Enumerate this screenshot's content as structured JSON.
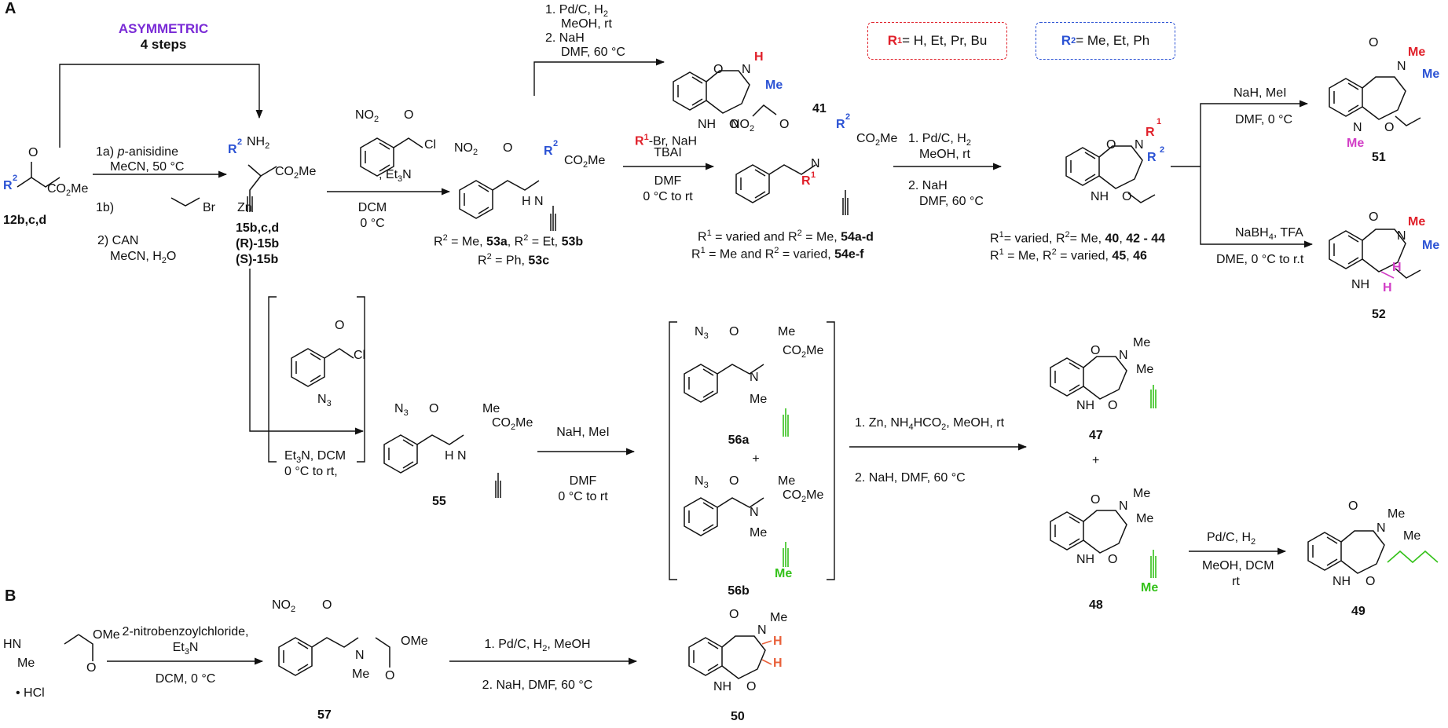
{
  "panels": {
    "a": "A",
    "b": "B"
  },
  "banner": {
    "asymmetric": "ASYMMETRIC",
    "steps": "4 steps"
  },
  "legend": {
    "r1_label": "R",
    "r1_sup": "1",
    "r1_values": " = H, Et, Pr, Bu",
    "r2_label": "R",
    "r2_sup": "2",
    "r2_values": " = Me, Et, Ph"
  },
  "colors": {
    "red": "#e0202a",
    "blue": "#2b52d4",
    "green": "#35c21b",
    "purple": "#7a2bd6",
    "pink": "#d23ec6"
  },
  "compounds": {
    "c12": "12b,c,d",
    "c15a": "15b,c,d",
    "c15r": "(R)-15b",
    "c15s": "(S)-15b",
    "c41": "41",
    "c51": "51",
    "c52": "52",
    "c47": "47",
    "c48": "48",
    "c49": "49",
    "c50": "50",
    "c55": "55",
    "c56a": "56a",
    "c56b": "56b",
    "c57": "57",
    "plus1": "+",
    "plus2": "+"
  },
  "series": {
    "s53_line1_pre": "R",
    "s53_line1_sup": "2",
    "s53_line1_mid": " = Me, ",
    "s53_line1_b1": "53a",
    "s53_line1_mid2": ", R",
    "s53_line1_sup2": "2",
    "s53_line1_mid3": " = Et, ",
    "s53_line1_b2": "53b",
    "s53_line2_pre": "R",
    "s53_line2_sup": "2",
    "s53_line2_mid": " = Ph, ",
    "s53_line2_b": "53c",
    "s54_line1_pre": "R",
    "s54_line1_sup": "1",
    "s54_line1_mid": " = varied and R",
    "s54_line1_sup2": "2",
    "s54_line1_mid2": " = Me, ",
    "s54_line1_b": "54a-d",
    "s54_line2_pre": "R",
    "s54_line2_sup": "1",
    "s54_line2_mid": " = Me and R",
    "s54_line2_sup2": "2",
    "s54_line2_mid2": " = varied, ",
    "s54_line2_b": "54e-f",
    "s40_line1_pre": "R",
    "s40_line1_sup": "1",
    "s40_line1_mid": "= varied, R",
    "s40_line1_sup2": "2",
    "s40_line1_mid2": "= Me, ",
    "s40_line1_b": "40",
    "s40_line1_sep": ", ",
    "s40_line1_b2": "42 - 44",
    "s40_line2_pre": "R",
    "s40_line2_sup": "1",
    "s40_line2_mid": " = Me, R",
    "s40_line2_sup2": "2",
    "s40_line2_mid2": " = varied, ",
    "s40_line2_b": "45",
    "s40_line2_sep": ", ",
    "s40_line2_b2": "46"
  },
  "conditions": {
    "step1a": "1a) ",
    "step1a_it": "p",
    "step1a_rest": "-anisidine",
    "step1a_solv": "MeCN, 50 °C",
    "step1b": "1b)",
    "step1b_br": "Br",
    "step1b_zn": "Zn",
    "step2": "2) CAN",
    "step2_solv": "MeCN, H",
    "step2_sub": "2",
    "step2_end": "O",
    "acyl_base": ", Et",
    "acyl_base_sub": "3",
    "acyl_base_end": "N",
    "acyl_solv": "DCM",
    "acyl_temp": "0 °C",
    "top_1": "1. Pd/C, H",
    "top_1_sub": "2",
    "top_1b": "MeOH, rt",
    "top_2": "2. NaH",
    "top_2b": "DMF, 60 °C",
    "alk_r": "R",
    "alk_sup": "1",
    "alk_rest": "-Br, NaH",
    "alk_2": "TBAI",
    "alk_3": "DMF",
    "alk_4": "0 °C to rt",
    "cyc_1": "1. Pd/C, H",
    "cyc_1_sub": "2",
    "cyc_1b": "MeOH, rt",
    "cyc_2": "2. NaH",
    "cyc_2b": "DMF, 60 °C",
    "me_1": "NaH, MeI",
    "me_2": "DMF, 0 °C",
    "red_1": "NaBH",
    "red_1_sub": "4",
    "red_1_end": ", TFA",
    "red_2": "DME, 0 °C to r.t",
    "azide_1": "Et",
    "azide_1_sub": "3",
    "azide_1_end": "N, DCM",
    "azide_2": "0 °C to rt,",
    "mei_1": "NaH, MeI",
    "mei_2": "DMF",
    "mei_3": "0 °C to rt",
    "zn_1": "1. Zn, NH",
    "zn_1_sub": "4",
    "zn_1_mid": "HCO",
    "zn_1_sub2": "2",
    "zn_1_end": ", MeOH, rt",
    "zn_2": "2. NaH, DMF, 60 °C",
    "hyd_1": "Pd/C, H",
    "hyd_1_sub": "2",
    "hyd_2": "MeOH, DCM",
    "hyd_3": "rt",
    "b_1": "2-nitrobenzoylchloride,",
    "b_2": "Et",
    "b_2_sub": "3",
    "b_2_end": "N",
    "b_3": "DCM, 0 °C",
    "b_4": "1. Pd/C, H",
    "b_4_sub": "2",
    "b_4_end": ", MeOH",
    "b_5": "2. NaH, DMF, 60 °C"
  },
  "atoms": {
    "O": "O",
    "H": "H",
    "N": "N",
    "NH": "NH",
    "Me": "Me",
    "R": "R",
    "Cl": "Cl",
    "NO2": "NO",
    "sub2": "2",
    "N3": "N",
    "sub3": "3",
    "CO2Me": "CO",
    "co2me_end": "Me",
    "NH2": "NH",
    "HCl": "• HCl",
    "OMe": "OMe",
    "sup1": "1",
    "sup2": "2"
  }
}
